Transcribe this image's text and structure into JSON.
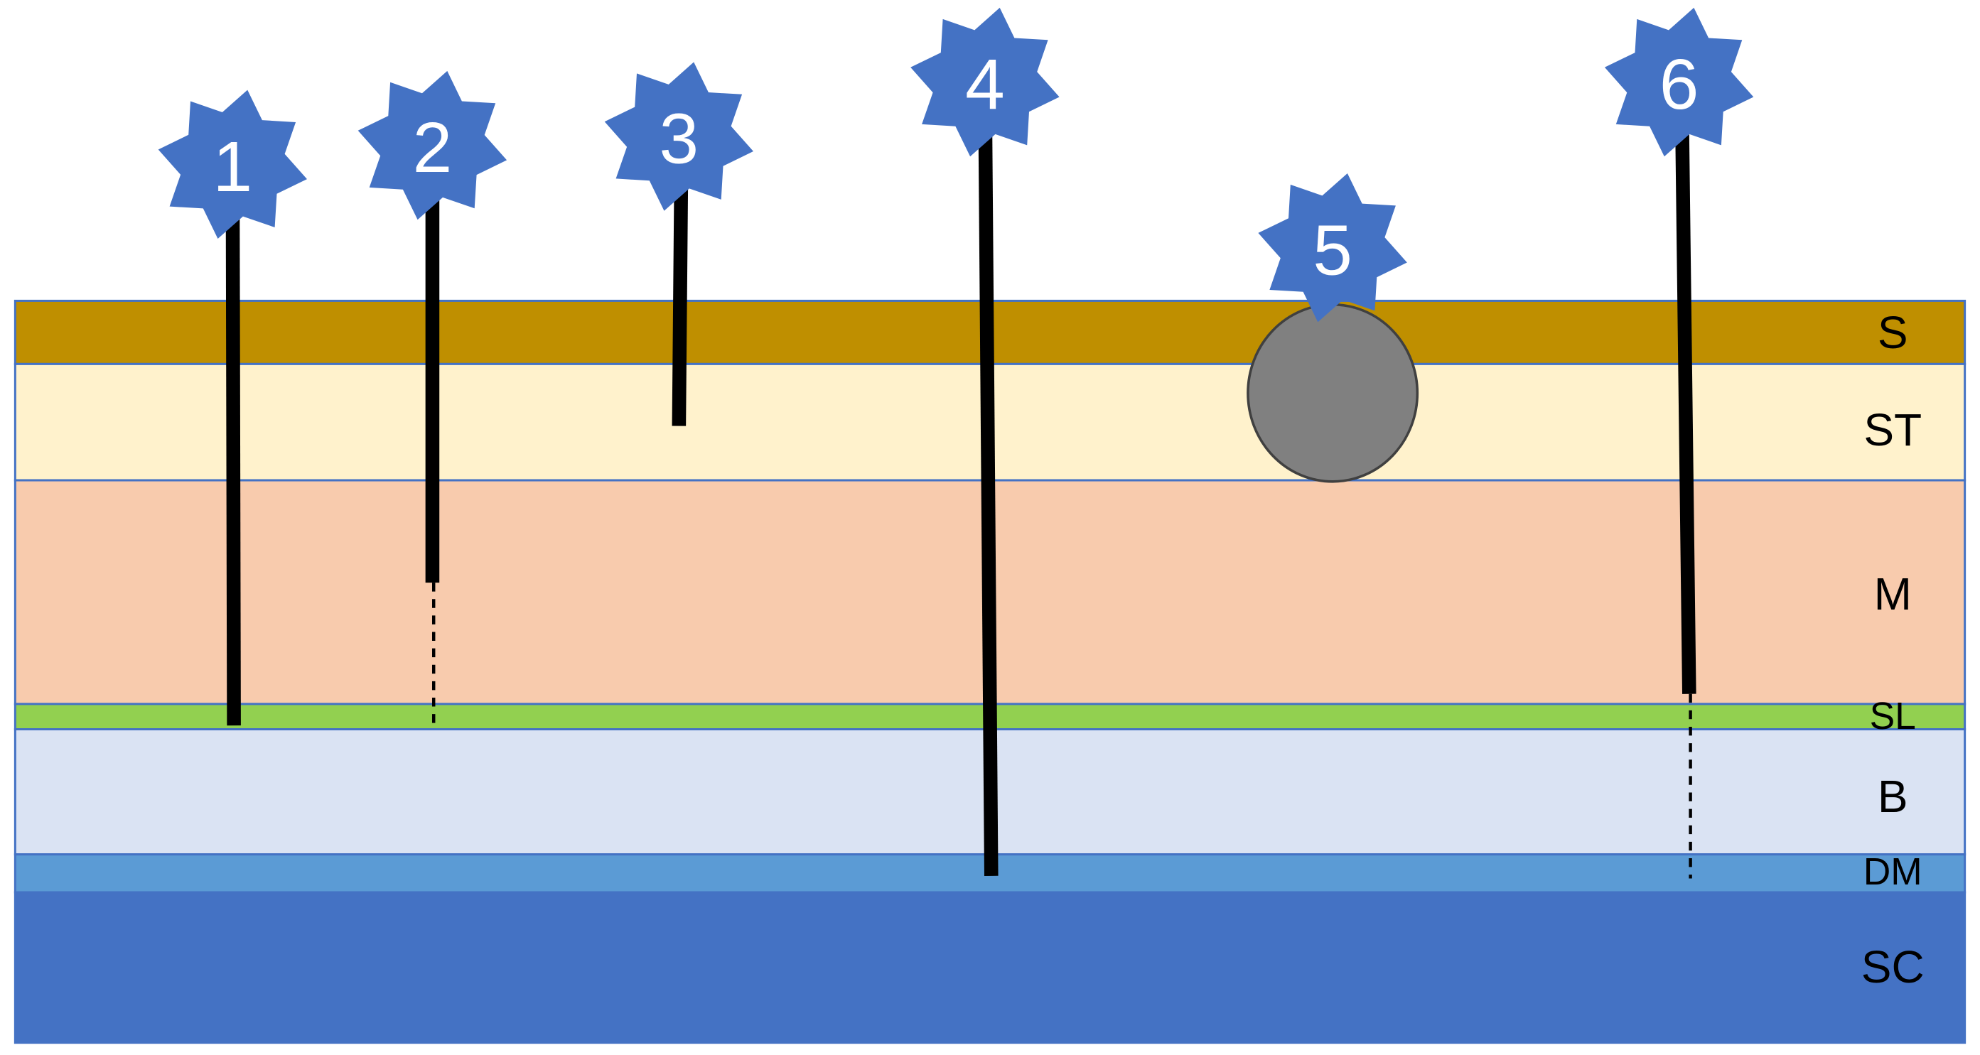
{
  "layers": [
    {
      "label": "S",
      "color": "#BF8F00"
    },
    {
      "label": "ST",
      "color": "#FFF2CC"
    },
    {
      "label": "M",
      "color": "#F8CBAD"
    },
    {
      "label": "SL",
      "color": "#92D050"
    },
    {
      "label": "B",
      "color": "#DAE3F3"
    },
    {
      "label": "DM",
      "color": "#5B9BD5"
    },
    {
      "label": "SC",
      "color": "#4472C4"
    }
  ],
  "markers": [
    {
      "number": "1"
    },
    {
      "number": "2"
    },
    {
      "number": "3"
    },
    {
      "number": "4"
    },
    {
      "number": "5"
    },
    {
      "number": "6"
    }
  ],
  "colors": {
    "badge": "#4472C4",
    "badge_text": "#FFFFFF",
    "layer_border": "#4472C4",
    "needle": "#000000",
    "ball_fill": "#808080",
    "ball_stroke": "#404040"
  }
}
